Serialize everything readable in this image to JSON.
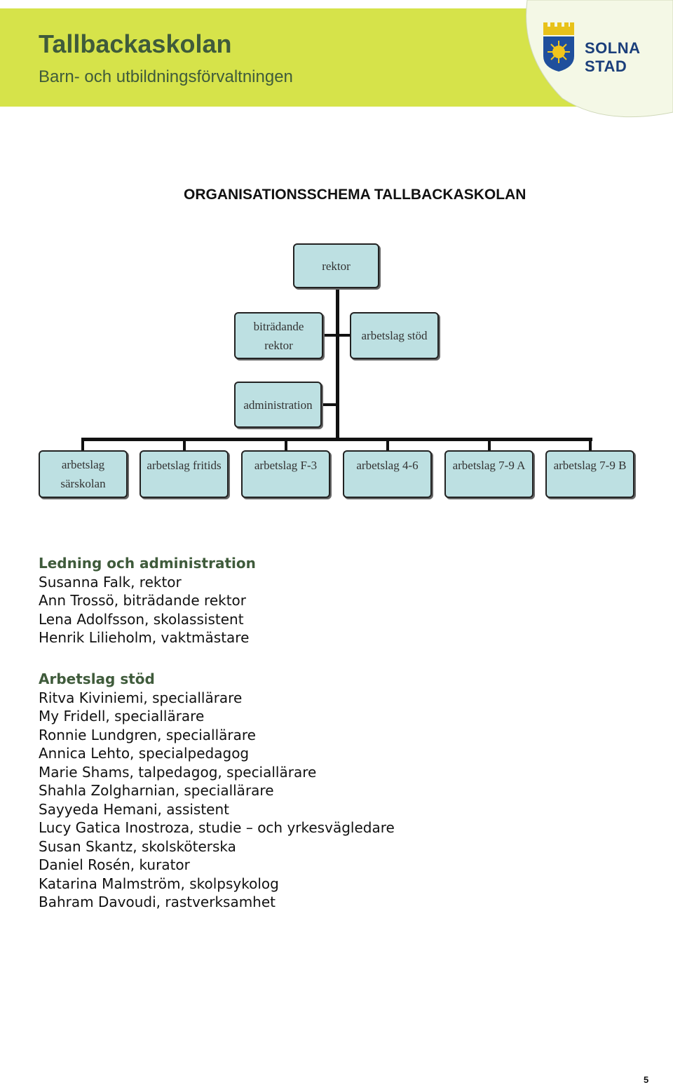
{
  "header": {
    "title": "Tallbackaskolan",
    "subtitle": "Barn- och utbildningsförvaltningen",
    "logo_text": "SOLNA STAD",
    "band_color": "#d6e34a",
    "text_color": "#3f5b3b"
  },
  "document_title": "ORGANISATIONSSCHEMA TALLBACKASKOLAN",
  "org_chart": {
    "box_color": "#bde0e2",
    "root": "rektor",
    "level2_left": [
      "biträdande",
      "rektor"
    ],
    "level2_right": "arbetslag stöd",
    "level3": "administration",
    "teams": [
      [
        "arbetslag",
        "särskolan"
      ],
      [
        "arbetslag fritids"
      ],
      [
        "arbetslag F-3"
      ],
      [
        "arbetslag 4-6"
      ],
      [
        "arbetslag 7-9 A"
      ],
      [
        "arbetslag 7-9 B"
      ]
    ]
  },
  "sections": [
    {
      "heading": "Ledning och administration",
      "people": [
        "Susanna Falk, rektor",
        "Ann Trossö, biträdande rektor",
        "Lena Adolfsson, skolassistent",
        "Henrik Lilieholm, vaktmästare"
      ]
    },
    {
      "heading": "Arbetslag stöd",
      "people": [
        "Ritva Kiviniemi, speciallärare",
        "My Fridell, speciallärare",
        "Ronnie Lundgren, speciallärare",
        "Annica Lehto, specialpedagog",
        "Marie Shams, talpedagog, speciallärare",
        "Shahla Zolgharnian, speciallärare",
        "Sayyeda Hemani, assistent",
        "Lucy Gatica Inostroza, studie – och yrkesvägledare",
        "Susan Skantz, skolsköterska",
        "Daniel Rosén, kurator",
        "Katarina Malmström, skolpsykolog",
        "Bahram Davoudi, rastverksamhet"
      ]
    }
  ],
  "page_number": "5"
}
